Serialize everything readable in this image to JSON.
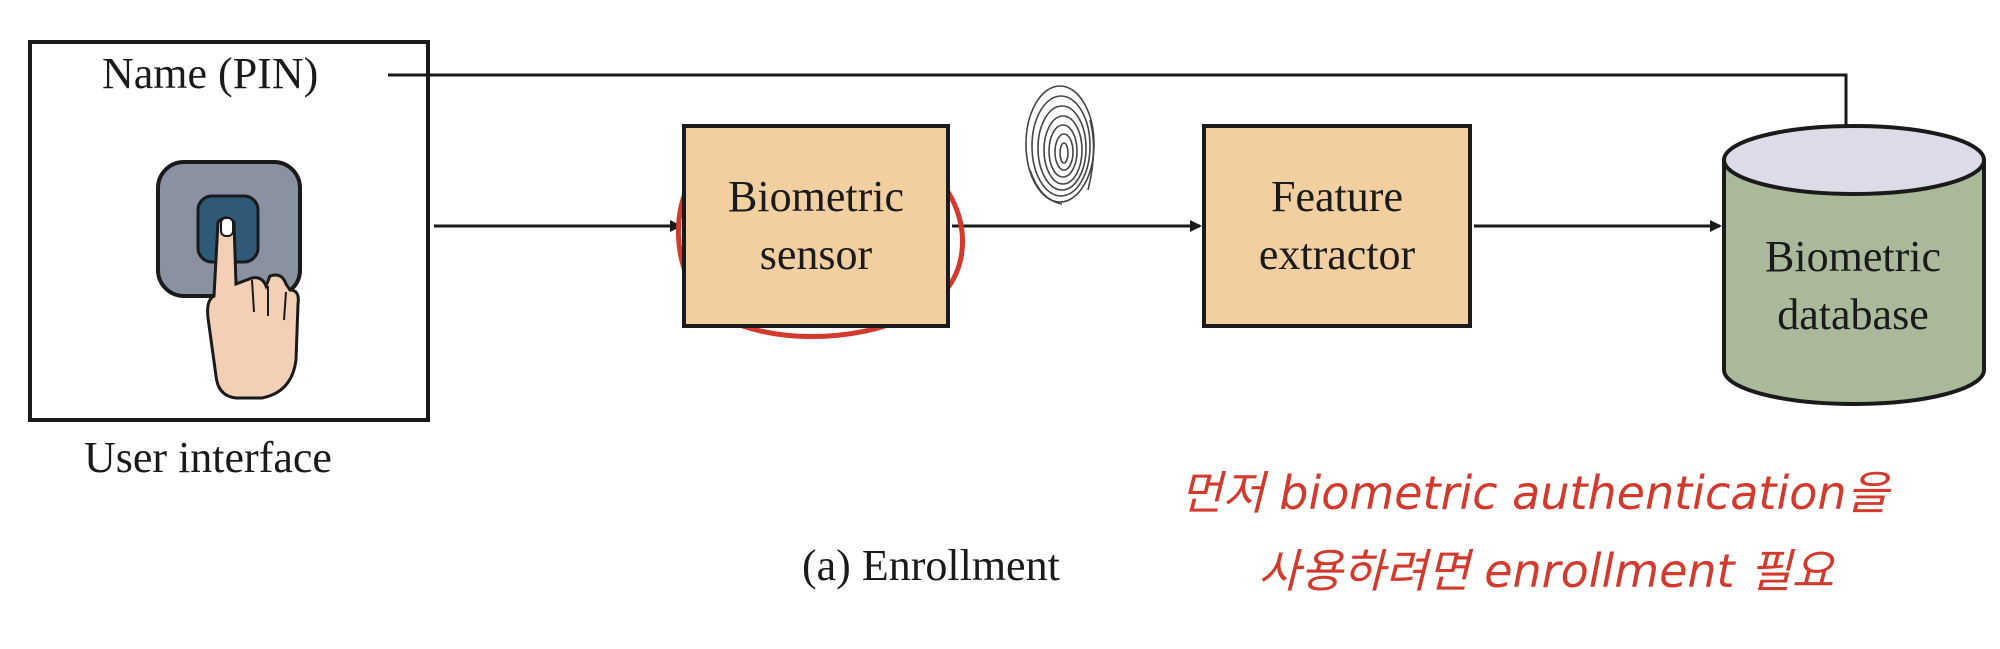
{
  "diagram": {
    "name_pin_label": "Name (PIN)",
    "user_interface_label": "User interface",
    "sensor": {
      "line1": "Biometric",
      "line2": "sensor"
    },
    "extractor": {
      "line1": "Feature",
      "line2": "extractor"
    },
    "database": {
      "line1": "Biometric",
      "line2": "database"
    },
    "caption": "(a) Enrollment"
  },
  "annotation": {
    "line1": "먼저 biometric authentication을",
    "line2": "사용하려면 enrollment 필요"
  },
  "colors": {
    "box_fill": "#f2cfa0",
    "db_body": "#a9b99a",
    "db_top": "#dcdbe8",
    "ink": "#1a1a1a",
    "annotation_red": "#d23a2e"
  },
  "icons": [
    "finger-touch-icon",
    "fingerprint-icon"
  ]
}
